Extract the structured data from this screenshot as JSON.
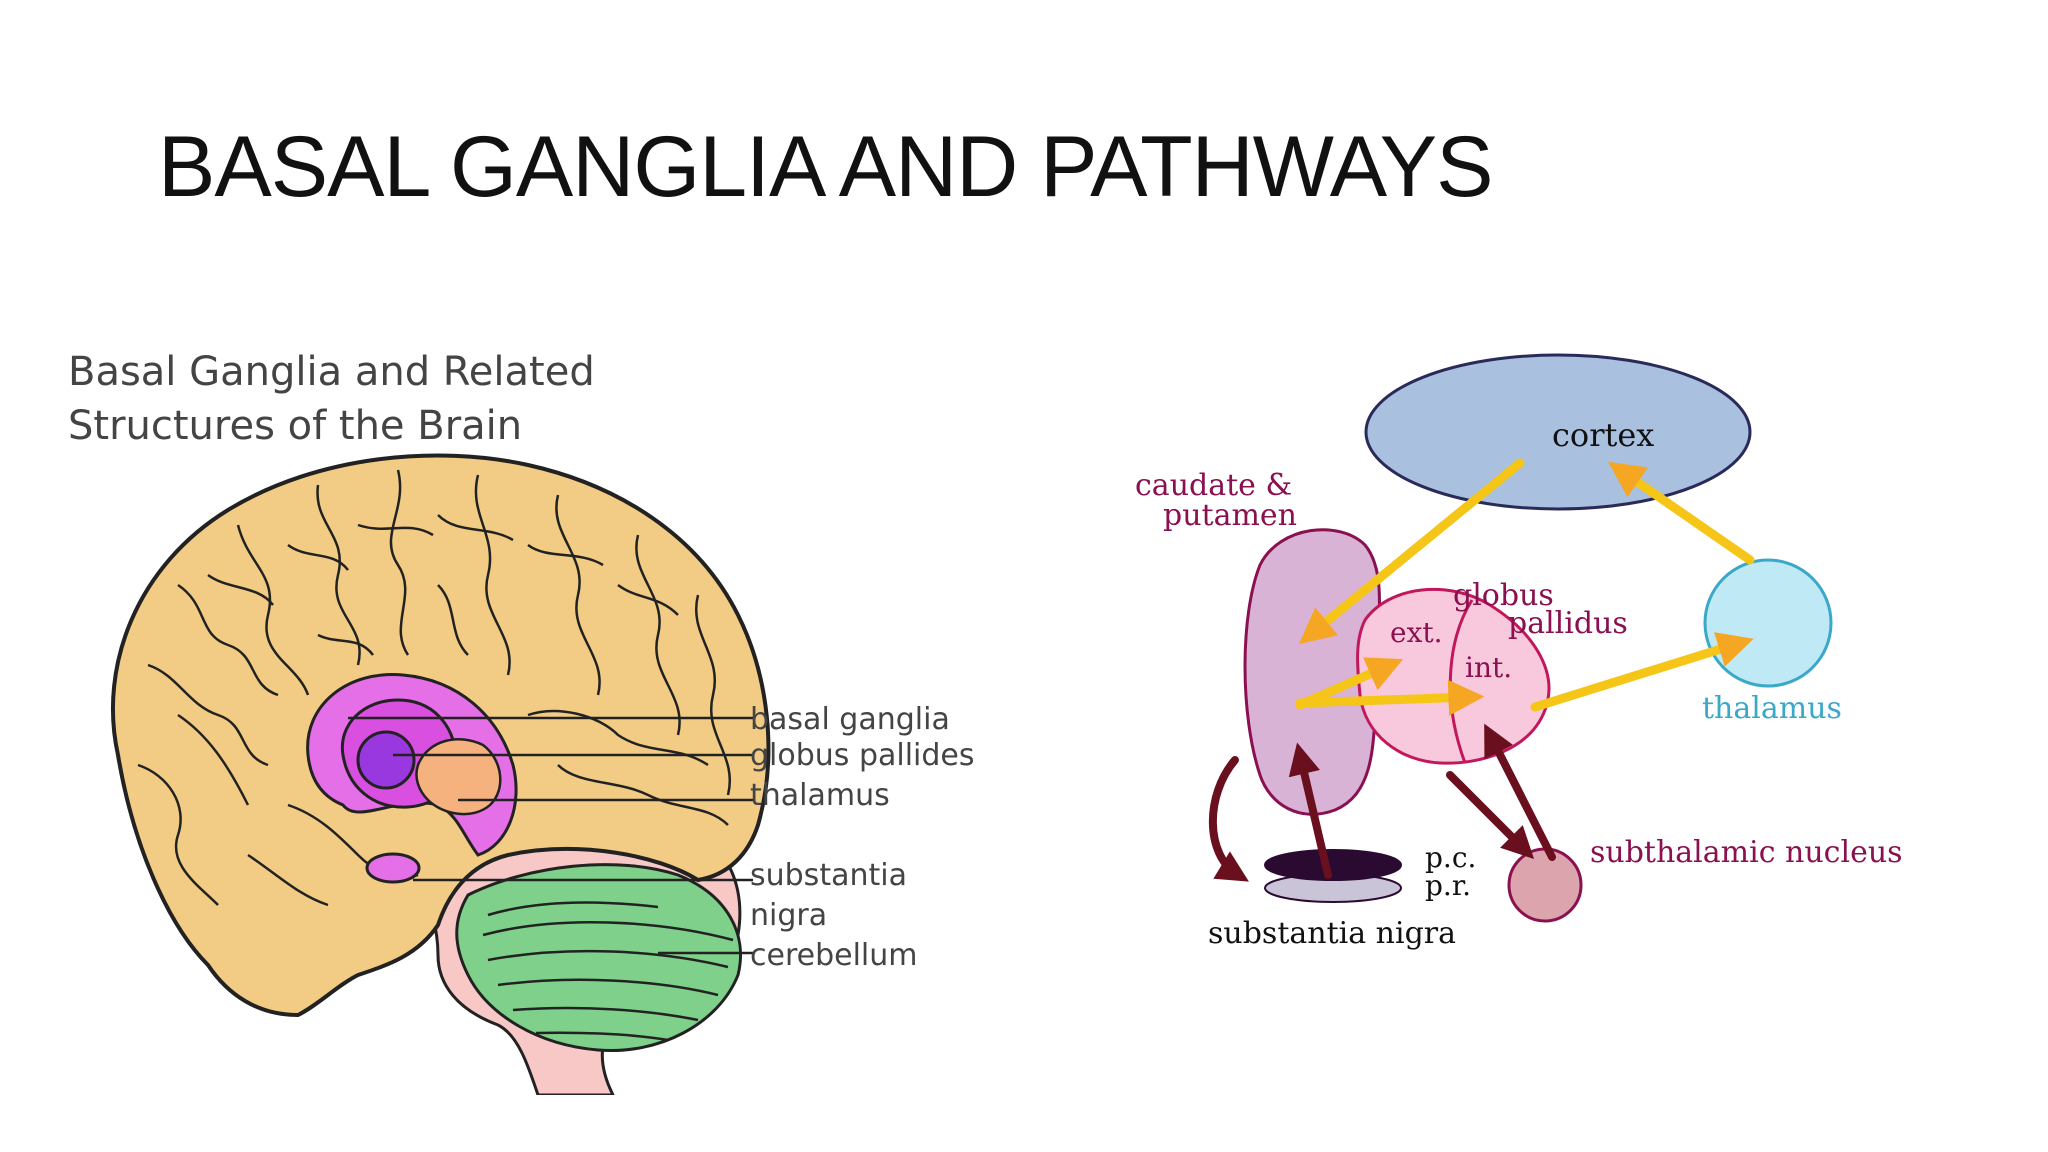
{
  "slide": {
    "title": "BASAL GANGLIA AND PATHWAYS"
  },
  "brain_figure": {
    "heading_line1": "Basal Ganglia and Related",
    "heading_line2": "Structures of the Brain",
    "labels": {
      "basal_ganglia": "basal ganglia",
      "globus_pallides": "globus pallides",
      "thalamus": "thalamus",
      "substantia": "substantia",
      "nigra": "nigra",
      "cerebellum": "cerebellum"
    },
    "colors": {
      "cortex": "#f2cc84",
      "basal_ganglia": "#e46fe6",
      "globus_pallides": "#d94fe0",
      "putamen_core": "#9a38e0",
      "thalamus": "#f5b27e",
      "brainstem": "#f8c8c6",
      "cerebellum": "#7ed08a"
    }
  },
  "pathway_figure": {
    "labels": {
      "cortex": "cortex",
      "caudate_line1": "caudate &",
      "caudate_line2": "putamen",
      "globus_line1": "globus",
      "globus_line2": "pallidus",
      "ext": "ext.",
      "int": "int.",
      "thalamus": "thalamus",
      "pc": "p.c.",
      "pr": "p.r.",
      "substantia_nigra": "substantia nigra",
      "subthalamic_nucleus": "subthalamic nucleus"
    },
    "colors": {
      "cortex_fill": "#a9c0de",
      "caudate_fill": "#d9b3d6",
      "globus_fill": "#f8c9dc",
      "thalamus_fill": "#bfe9f5",
      "thalamus_text": "#3aa8c8",
      "stn_fill": "#dca4ac",
      "label_maroon": "#8a1050",
      "excitatory_arrow": "#f5c518",
      "inhibitory_arrow": "#6a0f1e",
      "sn_pc": "#2a0a30",
      "sn_pr": "#c9c4d8"
    }
  }
}
